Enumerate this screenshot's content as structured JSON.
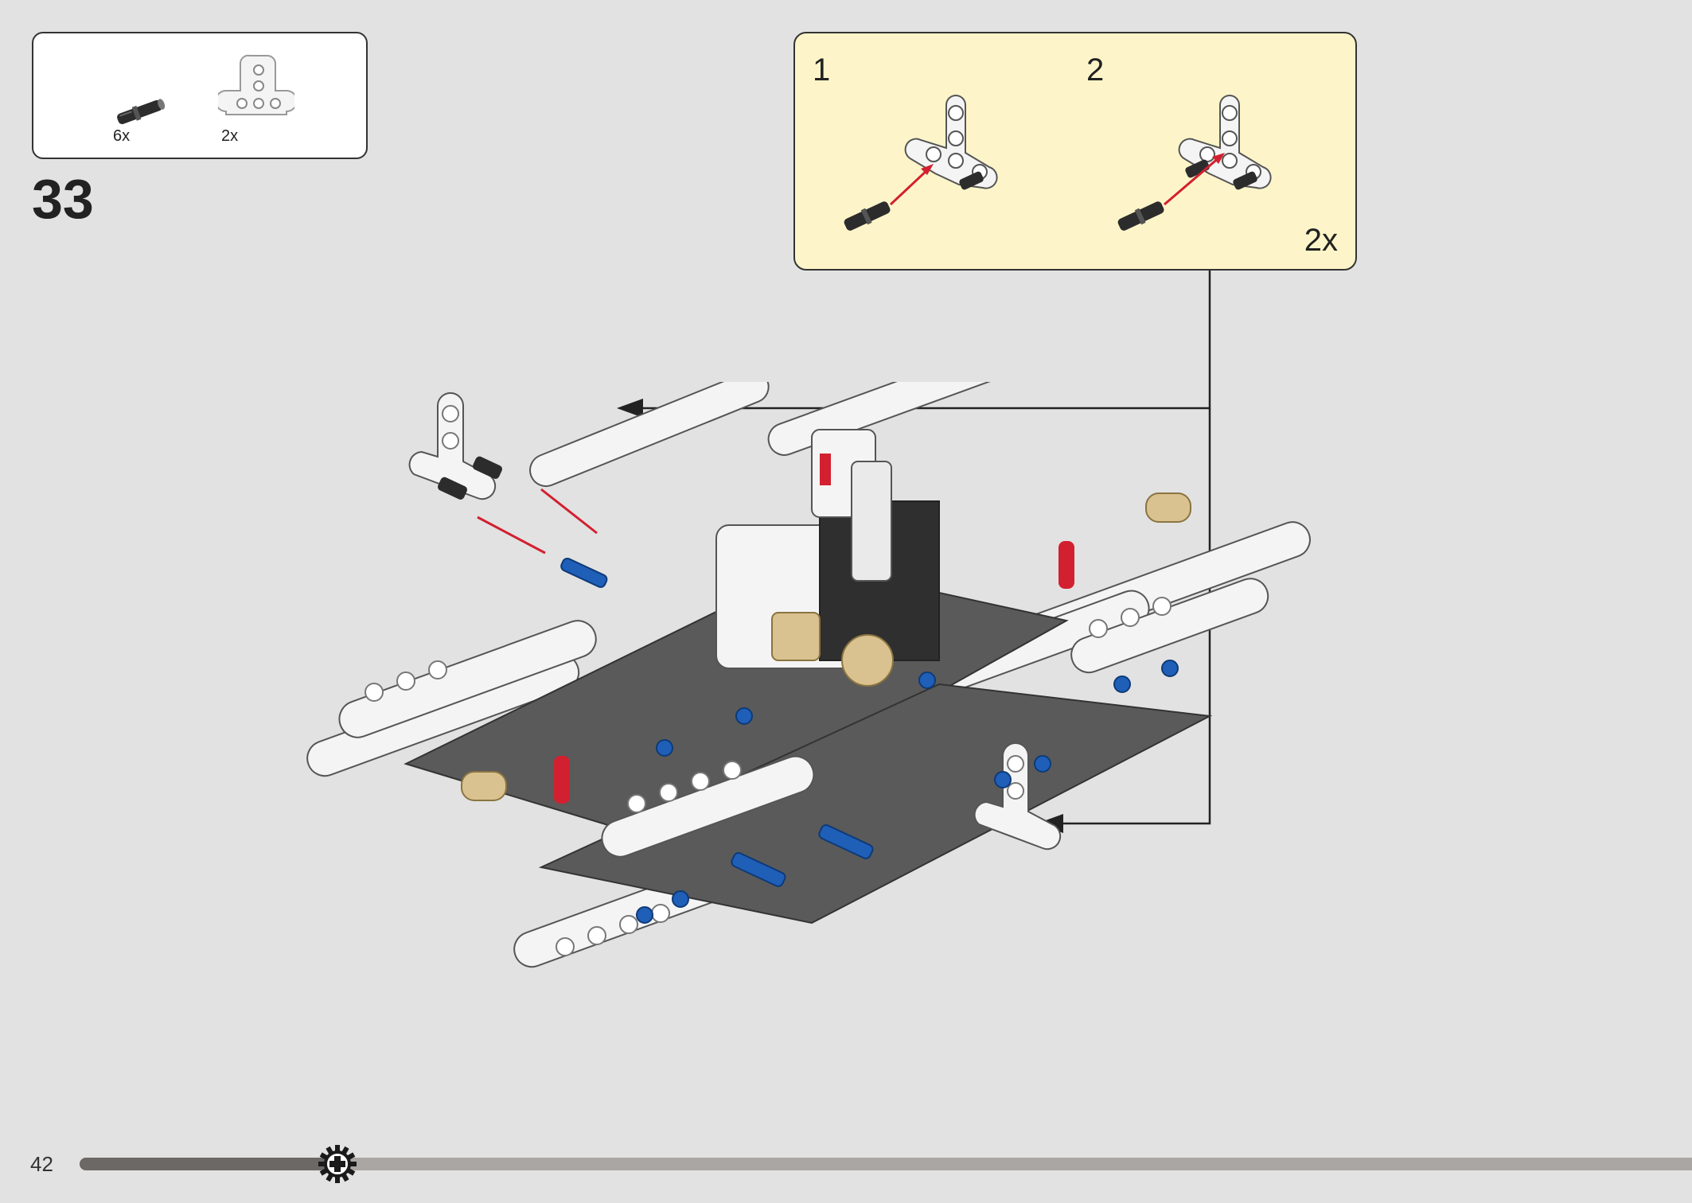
{
  "parts_list": [
    {
      "name": "pin-with-friction",
      "color": "#333333",
      "quantity": "6x"
    },
    {
      "name": "t-beam-3x3",
      "color": "#f4f4f4",
      "quantity": "2x"
    }
  ],
  "step_number": "33",
  "callout": {
    "substeps": [
      "1",
      "2"
    ],
    "multiplier": "2x",
    "background": "#fdf5c9"
  },
  "page_number": "42",
  "progress": {
    "fraction": 0.16
  },
  "colors": {
    "page_background": "#e2e2e2",
    "arrow_red": "#d22030",
    "beam_white": "#f4f4f4",
    "beam_gray": "#5a5a5a",
    "pin_blue": "#1f5fb8",
    "tan": "#d9c290"
  }
}
